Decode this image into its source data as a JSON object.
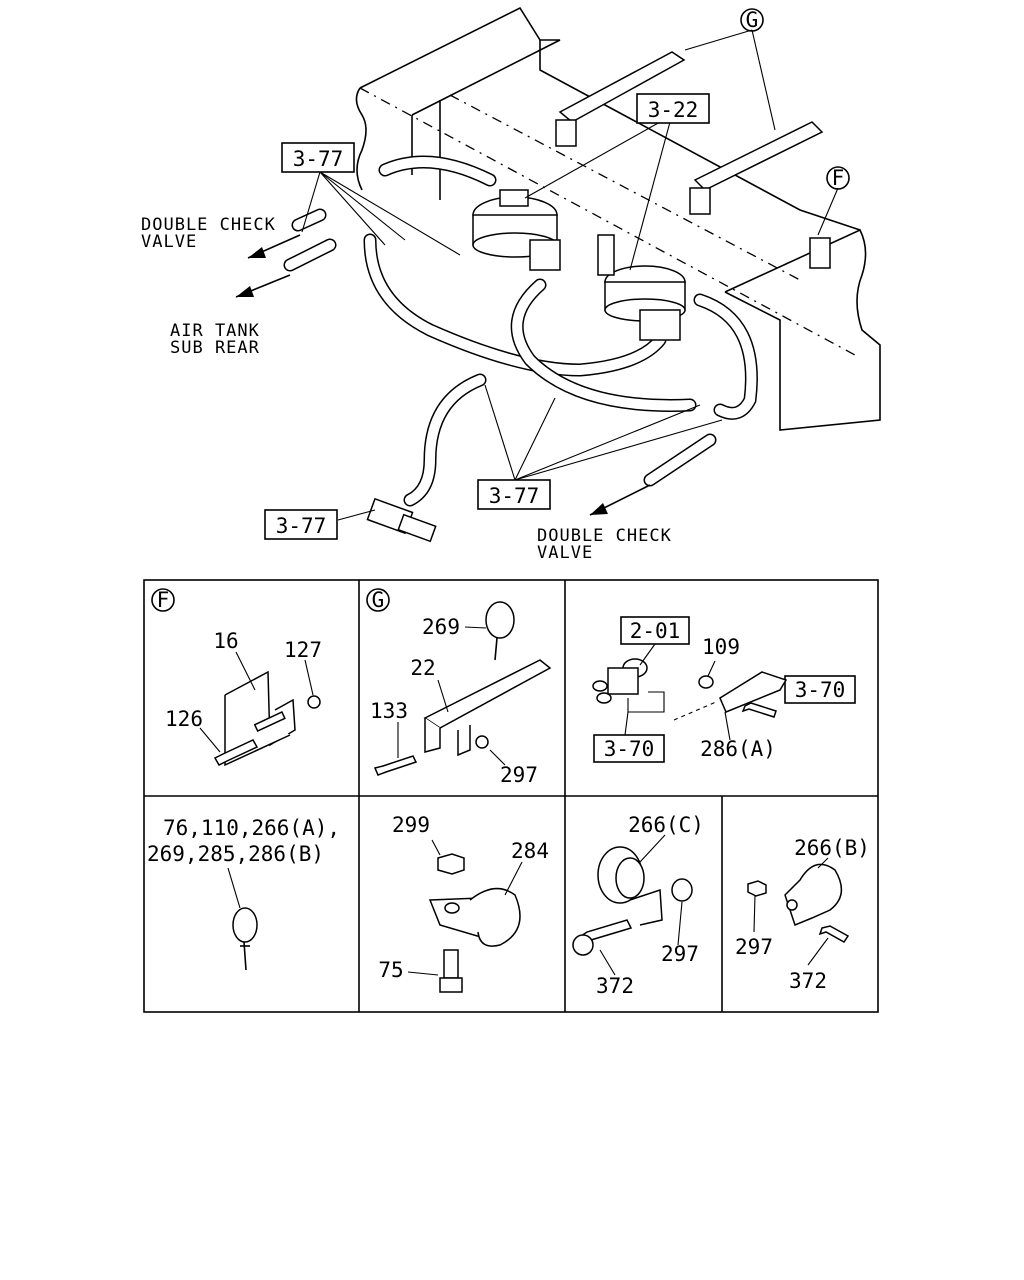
{
  "main_diagram": {
    "refs": {
      "g_circle": "G",
      "f_circle": "F",
      "ref_3_22": "3-22",
      "ref_3_77_top": "3-77",
      "ref_3_77_bottom_right": "3-77",
      "ref_3_77_bottom_left": "3-77"
    },
    "notes": {
      "double_check_valve_left_1": "DOUBLE CHECK",
      "double_check_valve_left_2": "VALVE",
      "air_tank_1": "AIR TANK",
      "air_tank_2": "SUB REAR",
      "double_check_valve_right_1": "DOUBLE CHECK",
      "double_check_valve_right_2": "VALVE"
    }
  },
  "detail_grid": {
    "panel_f": {
      "circle": "F",
      "labels": [
        "16",
        "127",
        "126"
      ]
    },
    "panel_g": {
      "circle": "G",
      "labels": [
        "269",
        "22",
        "133",
        "297"
      ]
    },
    "panel_valve": {
      "refs": [
        "2-01",
        "3-70",
        "3-70"
      ],
      "labels": [
        "109",
        "286(A)"
      ]
    },
    "panel_clamp_list": {
      "line1": "76,110,266(A),",
      "line2": "269,285,286(B)"
    },
    "panel_284": {
      "labels": [
        "299",
        "284",
        "75"
      ]
    },
    "panel_266c": {
      "labels": [
        "266(C)",
        "297",
        "372"
      ]
    },
    "panel_266b": {
      "labels": [
        "266(B)",
        "297",
        "372"
      ]
    }
  }
}
